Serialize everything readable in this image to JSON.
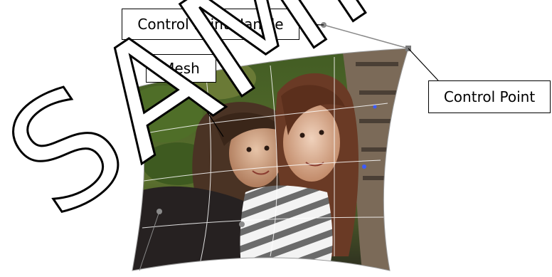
{
  "callouts": {
    "control_point_handle": "Control Point Handle",
    "mesh": "Mesh",
    "control_point": "Control Point"
  },
  "watermark": "SAMPLE",
  "colors": {
    "mesh_line": "#ffffff",
    "handle_line": "#8a8a8a",
    "handle_dot": "#8a8a8a",
    "leader": "#000000",
    "anchor_accent": "#3b5bff"
  }
}
